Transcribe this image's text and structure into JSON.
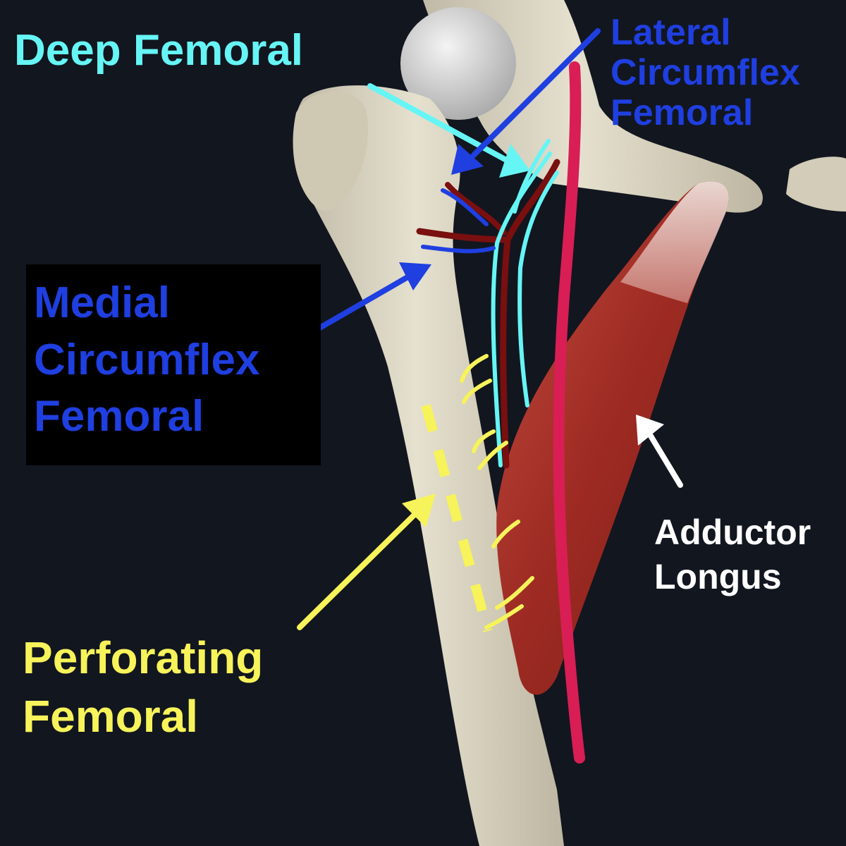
{
  "labels": {
    "deep_femoral": "Deep Femoral",
    "lateral_circumflex": [
      "Lateral",
      "Circumflex",
      "Femoral"
    ],
    "medial_circumflex": [
      "Medial",
      "Circumflex",
      "Femoral"
    ],
    "adductor_longus": [
      "Adductor",
      "Longus"
    ],
    "perforating_femoral": [
      "Perforating",
      "Femoral"
    ]
  },
  "colors": {
    "background": "#12161f",
    "bone": "#dcd6c3",
    "cartilage": "#d8d8d8",
    "muscle": "#a8322a",
    "femoral_artery": "#d81e55",
    "branch_artery": "#7a0f0f",
    "deep_femoral": "#66f5f5",
    "circumflex": "#1f3fe0",
    "perforating": "#f7f35a",
    "adductor_arrow": "#ffffff"
  }
}
